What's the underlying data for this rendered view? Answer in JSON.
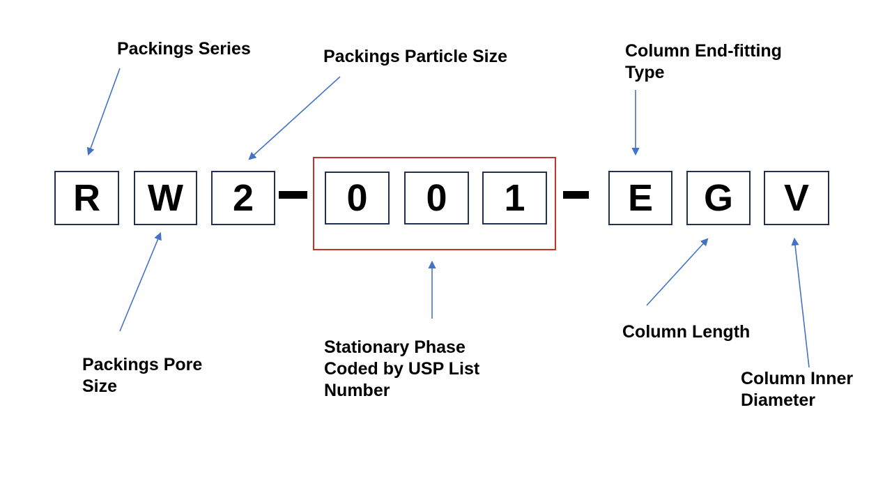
{
  "colors": {
    "box_border": "#203050",
    "highlight_border": "#c0342c",
    "arrow": "#4472c4",
    "text": "#000000",
    "dash": "#000000",
    "background": "#ffffff"
  },
  "code": {
    "value": "RW2-001-EGV",
    "chars": [
      "R",
      "W",
      "2",
      "0",
      "0",
      "1",
      "E",
      "G",
      "V"
    ],
    "separator": "-",
    "highlighted_segment": "001"
  },
  "labels": {
    "packings_series": {
      "text": "Packings Series",
      "lines": [
        "Packings Series"
      ]
    },
    "packings_particle_size": {
      "text": "Packings Particle Size",
      "lines": [
        "Packings Particle Size"
      ]
    },
    "column_end_fitting_type": {
      "text": "Column End-fitting Type",
      "lines": [
        "Column End-fitting",
        "Type"
      ]
    },
    "packings_pore_size": {
      "text": "Packings Pore Size",
      "lines": [
        "Packings Pore",
        "Size"
      ]
    },
    "stationary_phase": {
      "text": "Stationary Phase Coded by USP List Number",
      "lines": [
        "Stationary Phase",
        "Coded by USP List",
        "Number"
      ]
    },
    "column_length": {
      "text": "Column Length",
      "lines": [
        "Column Length"
      ]
    },
    "column_inner_diameter": {
      "text": "Column Inner Diameter",
      "lines": [
        "Column Inner",
        "Diameter"
      ]
    }
  }
}
